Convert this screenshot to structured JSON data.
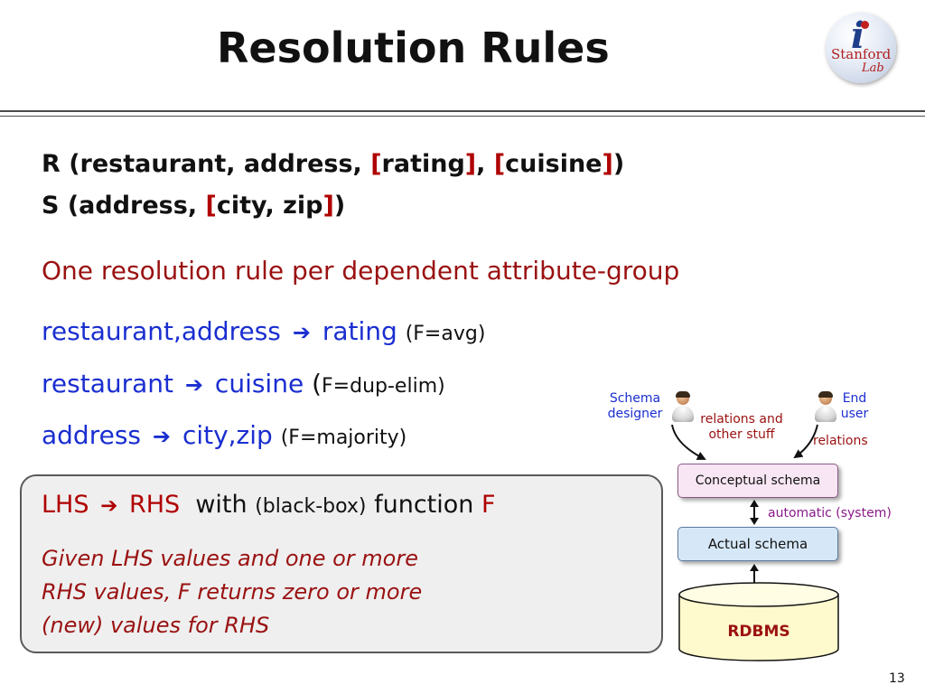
{
  "title": "Resolution Rules",
  "logo": {
    "letter": "i",
    "word": "Stanford",
    "suffix": "Lab"
  },
  "schema_lines": [
    {
      "prefix": "R (restaurant, address, ",
      "g1_open": "[",
      "g1": "rating",
      "g1_close": "]",
      "sep": ", ",
      "g2_open": "[",
      "g2": "cuisine",
      "g2_close": "]",
      "suffix": ")"
    },
    {
      "prefix": "S (address, ",
      "g1_open": "[",
      "g1": "city, zip",
      "g1_close": "]",
      "suffix": ")"
    }
  ],
  "red_heading": "One resolution rule per dependent attribute-group",
  "rules": [
    {
      "lhs": "restaurant,address",
      "arrow": "➔",
      "rhs": "rating",
      "fn": "(F=avg)"
    },
    {
      "lhs": "restaurant",
      "arrow": "➔",
      "rhs": "cuisine",
      "fn_open": "(",
      "fn": "F=dup-elim)"
    },
    {
      "lhs": "address",
      "arrow": "➔",
      "rhs": "city,zip",
      "fn": "(F=majority)"
    }
  ],
  "box": {
    "lhs": "LHS",
    "arrow": "➔",
    "rhs": "RHS",
    "with": "with",
    "blackbox": "(black-box)",
    "function": "function",
    "f": "F",
    "desc_lines": [
      "Given LHS values and one or more",
      "RHS values, F returns zero or more",
      "(new) values for RHS"
    ]
  },
  "diagram": {
    "schema_designer": [
      "Schema",
      "designer"
    ],
    "end_user": [
      "End",
      "user"
    ],
    "relations_and_other": [
      "relations and",
      "other stuff"
    ],
    "relations": "relations",
    "conceptual_schema": "Conceptual schema",
    "automatic": "automatic (system)",
    "actual_schema": "Actual schema",
    "rdbms": "RDBMS"
  },
  "colors": {
    "blue": "#1a2ed0",
    "dark_red": "#9a1111",
    "bracket_red": "#b00000",
    "purple": "#8a1a8a",
    "conceptual_fill": "#f8e6f4",
    "actual_fill": "#d6e8f8",
    "rdbms_fill": "#fffacd"
  },
  "page_number": "13"
}
